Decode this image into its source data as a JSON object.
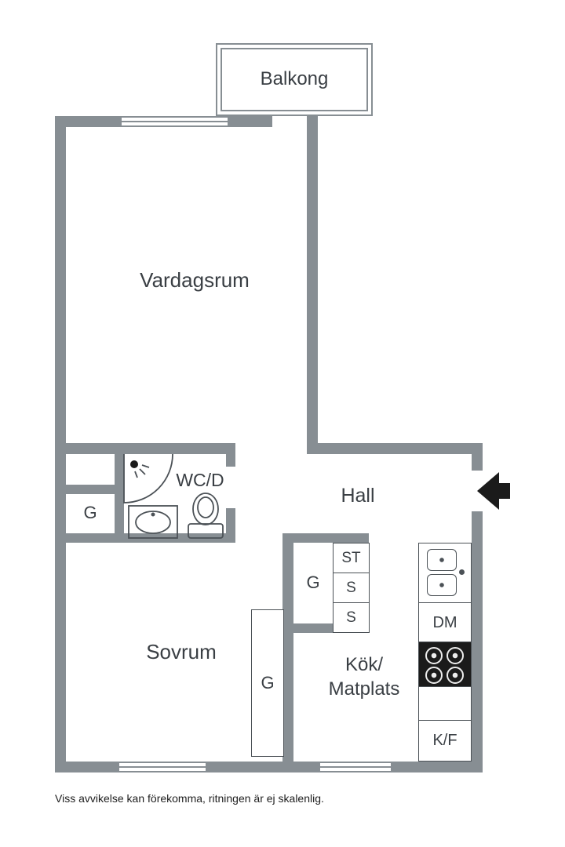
{
  "colors": {
    "wall": "#878e93",
    "line": "#4b5156",
    "dark": "#1b1b1b",
    "label": "#3a3f44",
    "bg": "#ffffff"
  },
  "labels": {
    "balcony": "Balkong",
    "living_room": "Vardagsrum",
    "bathroom": "WC/D",
    "hall": "Hall",
    "bedroom": "Sovrum",
    "kitchen_line1": "Kök/",
    "kitchen_line2": "Matplats",
    "closet_hall": "G",
    "closet_kitchen": "G",
    "closet_bedroom": "G",
    "closet_st": "ST",
    "closet_s1": "S",
    "closet_s2": "S",
    "dishwasher": "DM",
    "fridge_freezer": "K/F"
  },
  "fixtures": {
    "shower": "shower-icon",
    "washbasin": "washbasin-icon",
    "toilet": "toilet-icon",
    "kitchen_sink": "kitchen-sink-icon",
    "stove": "stove-burners-icon",
    "entry": "entry-arrow-icon"
  },
  "footer_note": "Viss avvikelse kan förekomma, ritningen är ej skalenlig."
}
